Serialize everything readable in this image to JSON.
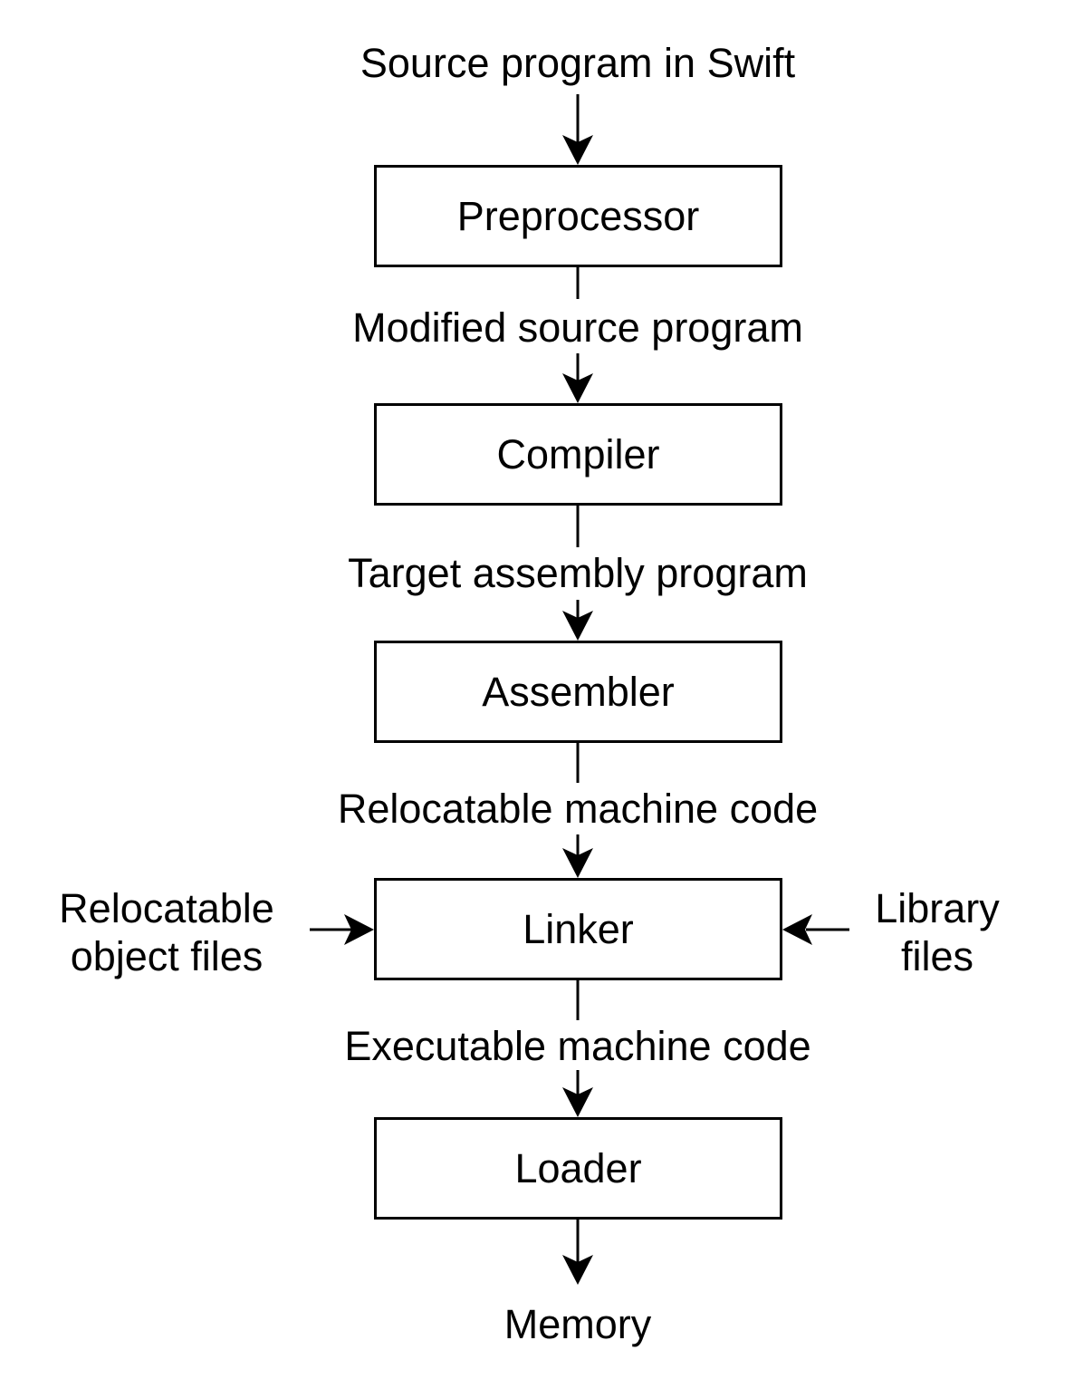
{
  "diagram": {
    "colors": {
      "line": "#000000",
      "text": "#000000",
      "background": "#ffffff",
      "node_fill": "#ffffff"
    },
    "start_label": "Source program in Swift",
    "nodes": [
      {
        "label": "Preprocessor"
      },
      {
        "label": "Compiler"
      },
      {
        "label": "Assembler"
      },
      {
        "label": "Linker"
      },
      {
        "label": "Loader"
      }
    ],
    "edge_labels": [
      {
        "text": "Modified source program"
      },
      {
        "text": "Target assembly program"
      },
      {
        "text": "Relocatable machine code"
      },
      {
        "text": "Executable machine code"
      }
    ],
    "linker_inputs": {
      "left": {
        "line1": "Relocatable",
        "line2": "object files"
      },
      "right": {
        "line1": "Library",
        "line2": "files"
      }
    },
    "end_label": "Memory"
  }
}
